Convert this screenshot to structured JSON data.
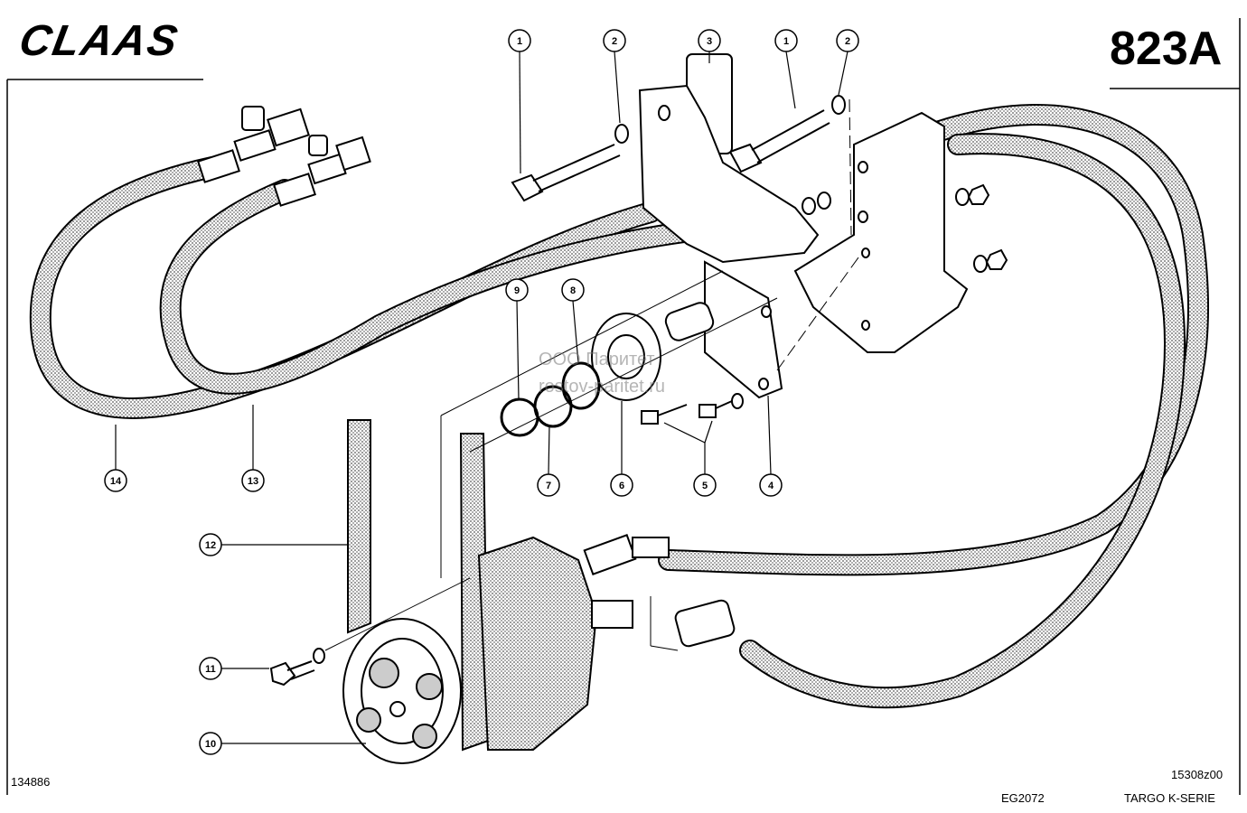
{
  "header": {
    "brand": "CLAAS",
    "page_code": "823A"
  },
  "footer": {
    "drawing_number": "134886",
    "sheet_ref": "EG2072",
    "image_ref": "15308z00",
    "series": "TARGO K-SERIE"
  },
  "watermark": {
    "company": "ООО Паритет",
    "site": "rostov-paritet.ru"
  },
  "callouts": [
    {
      "num": "1"
    },
    {
      "num": "2"
    },
    {
      "num": "3"
    },
    {
      "num": "1"
    },
    {
      "num": "2"
    },
    {
      "num": "9"
    },
    {
      "num": "8"
    },
    {
      "num": "7"
    },
    {
      "num": "6"
    },
    {
      "num": "5"
    },
    {
      "num": "4"
    },
    {
      "num": "14"
    },
    {
      "num": "13"
    },
    {
      "num": "12"
    },
    {
      "num": "11"
    },
    {
      "num": "10"
    }
  ]
}
